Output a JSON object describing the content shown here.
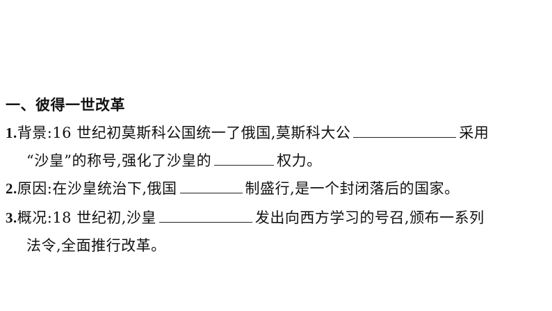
{
  "section_title": "一、彼得一世改革",
  "items": [
    {
      "number": "1.",
      "line1_prefix": "背景:16 世纪初莫斯科公国统一了俄国,莫斯科大公",
      "line1_suffix": "采用",
      "line2_prefix": "“沙皇”的称号,强化了沙皇的",
      "line2_suffix": "权力。"
    },
    {
      "number": "2.",
      "line1_prefix": "原因:在沙皇统治下,俄国",
      "line1_suffix": "制盛行,是一个封闭落后的国家。"
    },
    {
      "number": "3.",
      "line1_prefix": "概况:18 世纪初,沙皇",
      "line1_suffix": "发出向西方学习的号召,颁布一系列",
      "line2": "法令,全面推行改革。"
    }
  ]
}
